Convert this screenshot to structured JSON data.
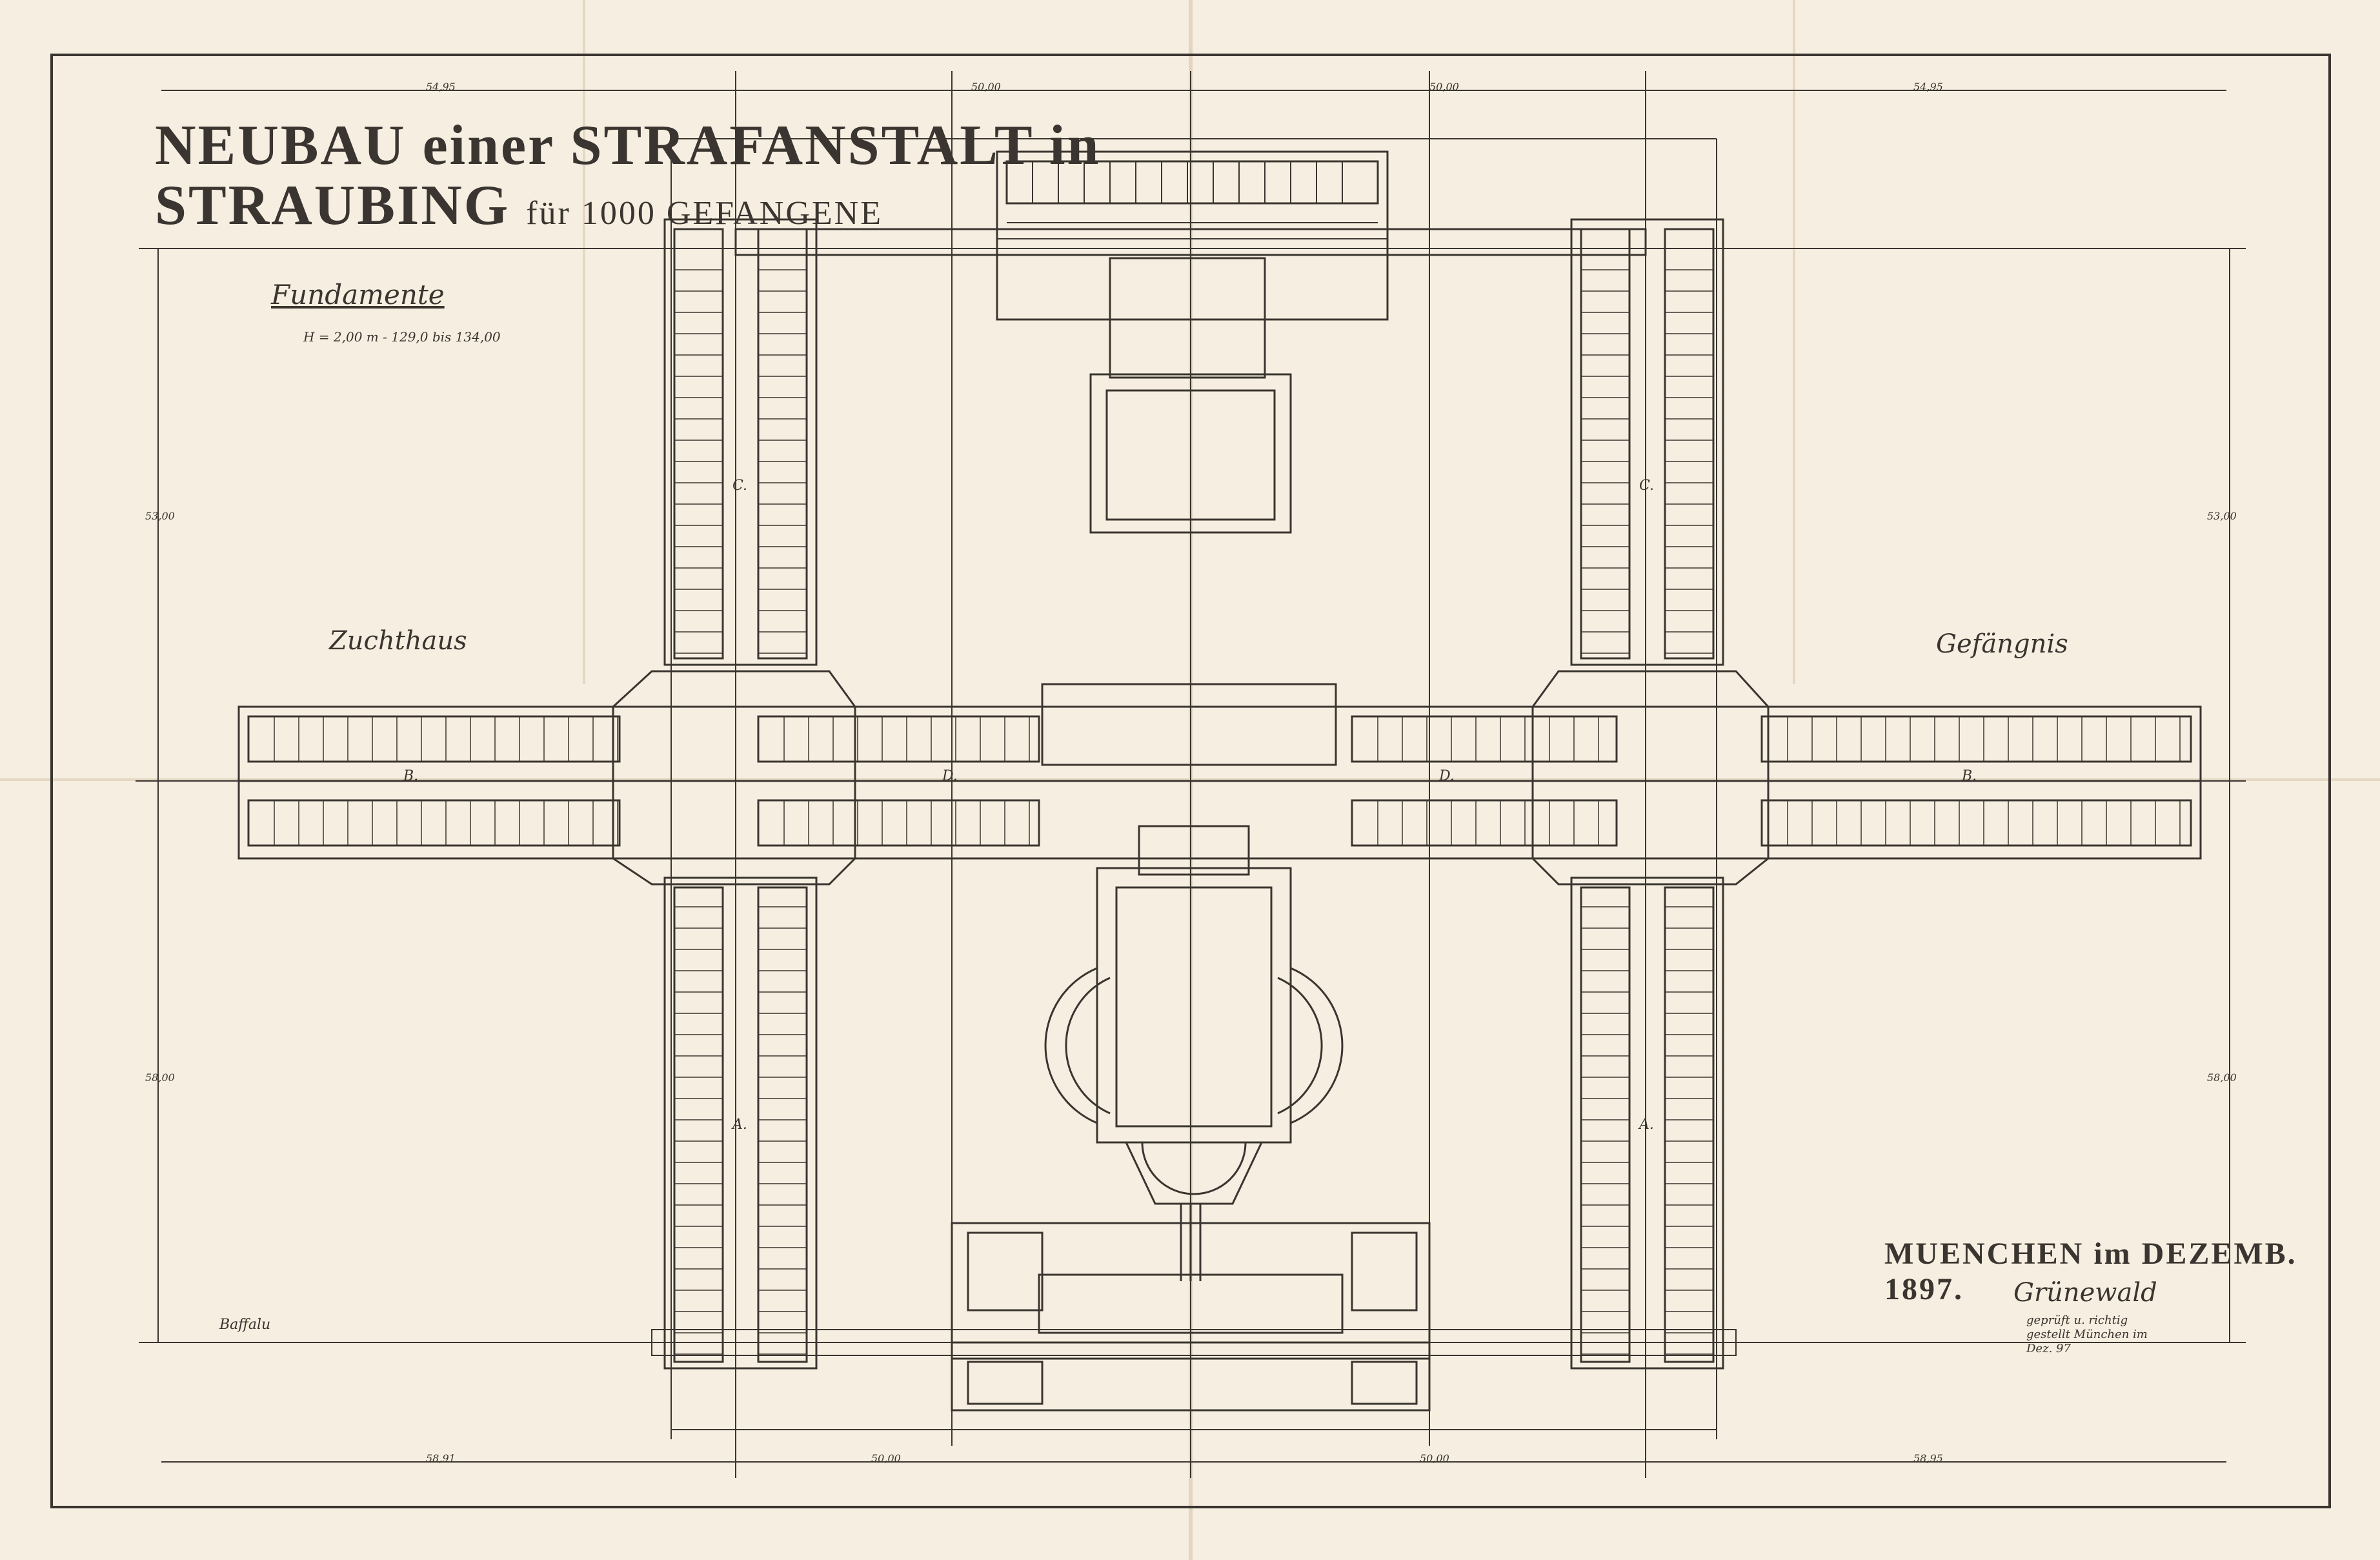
{
  "title": {
    "line1": "NEUBAU einer STRAFANSTALT in",
    "line2_main": "STRAUBING",
    "line2_small": "für 1000 GEFANGENE"
  },
  "subtitle": "Fundamente",
  "height_note": "H = 2,00 m - 129,0 bis 134,00",
  "sections": {
    "left": "Zuchthaus",
    "right": "Gefängnis"
  },
  "wing_letters": {
    "upper_left": "C.",
    "upper_right": "C.",
    "lower_left": "A.",
    "lower_right": "A.",
    "west": "B.",
    "east": "B.",
    "center_left": "D.",
    "center_right": "D."
  },
  "date_place": "MUENCHEN im DEZEMB. 1897.",
  "signature": "Grünewald",
  "approval_note": "geprüft u. richtig gestellt München im Dez. 97",
  "drafter": "Baffalu",
  "dimensions": {
    "top_overall": [
      "54,95",
      "50,00",
      "50,00",
      "54,95"
    ],
    "bottom_overall": [
      "58,91",
      "50,00",
      "50,00",
      "58,95"
    ],
    "left_side": [
      "53,00",
      "58,00"
    ],
    "right_side": [
      "53,00",
      "58,00"
    ]
  },
  "colors": {
    "paper": "#f6eee0",
    "ink": "#3a3530"
  }
}
